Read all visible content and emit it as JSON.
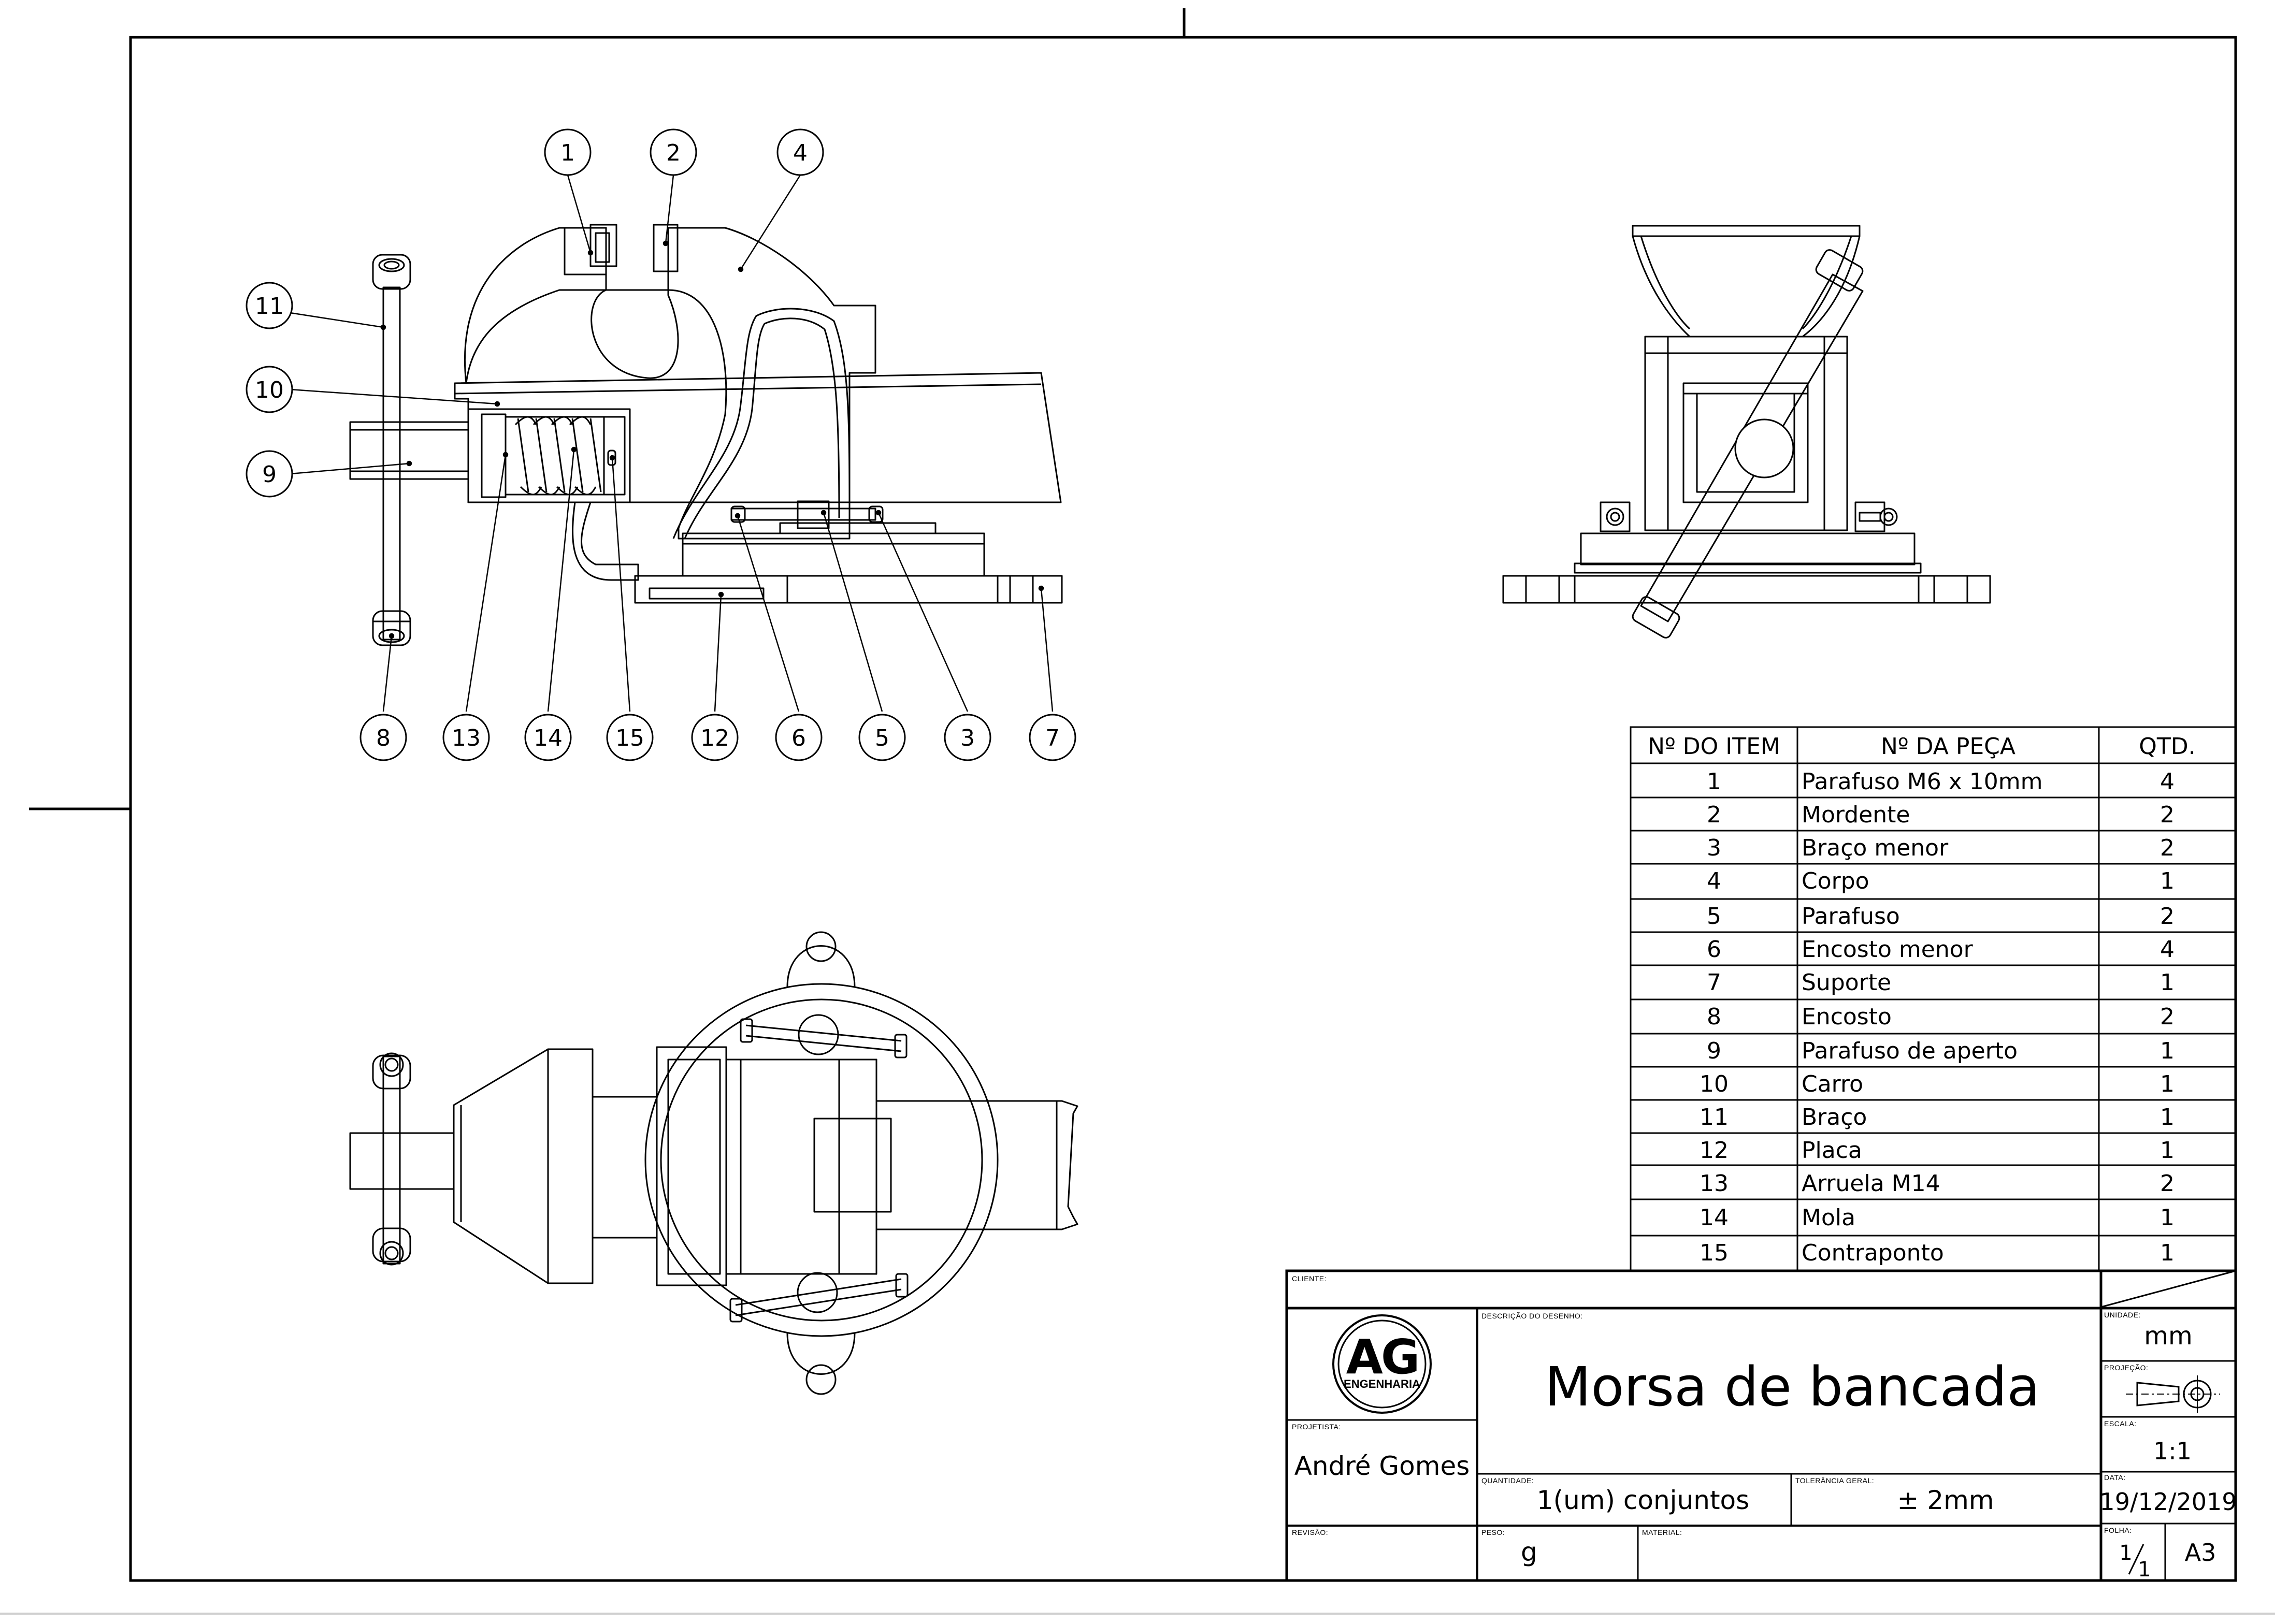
{
  "balloons": [
    "1",
    "2",
    "3",
    "4",
    "5",
    "6",
    "7",
    "8",
    "9",
    "10",
    "11",
    "12",
    "13",
    "14",
    "15"
  ],
  "bom": {
    "headers": {
      "item": "Nº DO ITEM",
      "part": "Nº DA PEÇA",
      "qty": "QTD."
    },
    "rows": [
      {
        "item": "1",
        "part": "Parafuso M6 x 10mm",
        "qty": "4"
      },
      {
        "item": "2",
        "part": "Mordente",
        "qty": "2"
      },
      {
        "item": "3",
        "part": "Braço menor",
        "qty": "2"
      },
      {
        "item": "4",
        "part": "Corpo",
        "qty": "1"
      },
      {
        "item": "5",
        "part": "Parafuso",
        "qty": "2"
      },
      {
        "item": "6",
        "part": "Encosto menor",
        "qty": "4"
      },
      {
        "item": "7",
        "part": "Suporte",
        "qty": "1"
      },
      {
        "item": "8",
        "part": "Encosto",
        "qty": "2"
      },
      {
        "item": "9",
        "part": "Parafuso de aperto",
        "qty": "1"
      },
      {
        "item": "10",
        "part": "Carro",
        "qty": "1"
      },
      {
        "item": "11",
        "part": "Braço",
        "qty": "1"
      },
      {
        "item": "12",
        "part": "Placa",
        "qty": "1"
      },
      {
        "item": "13",
        "part": "Arruela M14",
        "qty": "2"
      },
      {
        "item": "14",
        "part": "Mola",
        "qty": "1"
      },
      {
        "item": "15",
        "part": "Contraponto",
        "qty": "1"
      }
    ]
  },
  "title_block": {
    "labels": {
      "client": "CLIENTE:",
      "description": "DESCRIÇÃO DO DESENHO:",
      "designer": "PROJETISTA:",
      "quantity": "QUANTIDADE:",
      "tolerance": "TOLERÂNCIA GERAL:",
      "revision": "REVISÃO:",
      "weight": "PESO:",
      "material": "MATERIAL:",
      "unit": "UNIDADE:",
      "projection": "PROJEÇÃO:",
      "scale": "ESCALA:",
      "date": "DATA:",
      "sheet": "FOLHA:"
    },
    "logo": {
      "main": "AG",
      "sub": "ENGENHARIA"
    },
    "drawing_title": "Morsa de bancada",
    "designer": "André Gomes",
    "quantity": "1(um) conjuntos",
    "tolerance": "± 2mm",
    "weight": "g",
    "unit": "mm",
    "scale": "1:1",
    "date": "19/12/2019",
    "sheet_num": "1",
    "sheet_den": "1",
    "paper_size": "A3"
  }
}
